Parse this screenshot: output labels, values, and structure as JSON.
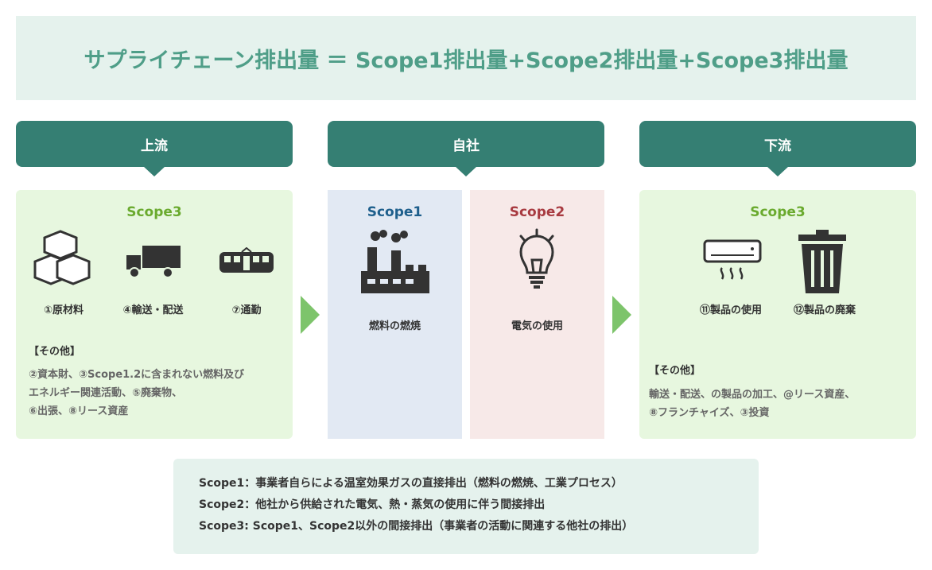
{
  "title": "サプライチェーン排出量 ＝ Scope1排出量+Scope2排出量+Scope3排出量",
  "tabs": [
    "上流",
    "自社",
    "下流"
  ],
  "upstream": {
    "scope": "Scope3",
    "items": [
      "①原材料",
      "④輸送・配送",
      "⑦通勤"
    ],
    "other_label": "【その他】",
    "other_lines": [
      "②資本財、③Scope1.2に含まれない燃料及び",
      "エネルギー関連活動、⑤廃棄物、",
      "⑥出張、⑧リース資産"
    ]
  },
  "scope1": {
    "scope": "Scope1",
    "item": "燃料の燃焼"
  },
  "scope2": {
    "scope": "Scope2",
    "item": "電気の使用"
  },
  "downstream": {
    "scope": "Scope3",
    "items": [
      "⑪製品の使用",
      "⑫製品の廃棄"
    ],
    "other_label": "【その他】",
    "other_lines": [
      "輸送・配送、の製品の加工、@リース資産、",
      "⑧フランチャイズ、③投資"
    ]
  },
  "footer": [
    "Scope1：事業者自らによる温室効果ガスの直接排出（燃料の燃焼、工業プロセス）",
    "Scope2：他社から供給された電気、熱・蒸気の使用に伴う間接排出",
    "Scope3: Scope1、Scope2以外の間接排出（事業者の活動に関連する他社の排出）"
  ],
  "colors": {
    "teal": "#357f73",
    "green": "#6aaa2e",
    "scope1": "#1e5f8c",
    "scope2": "#a83a40"
  }
}
